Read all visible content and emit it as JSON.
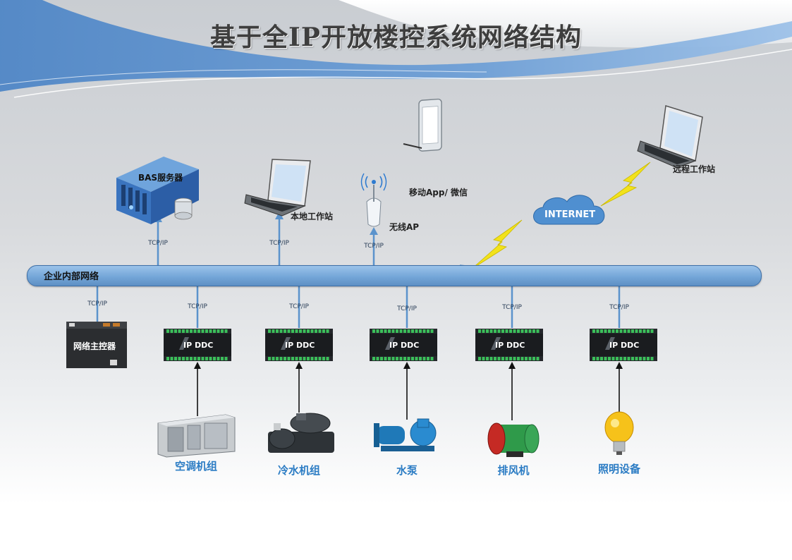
{
  "title": "基于全IP开放楼控系统网络结构",
  "bus": {
    "label": "企业内部网络"
  },
  "protocol_label": "TCP/IP",
  "top_devices": {
    "bas_server": "BAS服务器",
    "local_workstation": "本地工作站",
    "wireless_ap": "无线AP",
    "mobile_app": "移动App/ 微信",
    "internet": "INTERNET",
    "remote_workstation": "远程工作站"
  },
  "network_controller": "网络主控器",
  "ddc_label": "IP DDC",
  "equipment": {
    "ahu": "空调机组",
    "chiller": "冷水机组",
    "pump": "水泵",
    "exhaust_fan": "排风机",
    "lighting": "照明设备"
  },
  "colors": {
    "bus": "#74a6d8",
    "equipment_label": "#2b7cc4",
    "link_line": "#5b93cc",
    "lightning": "#f2e21c"
  }
}
